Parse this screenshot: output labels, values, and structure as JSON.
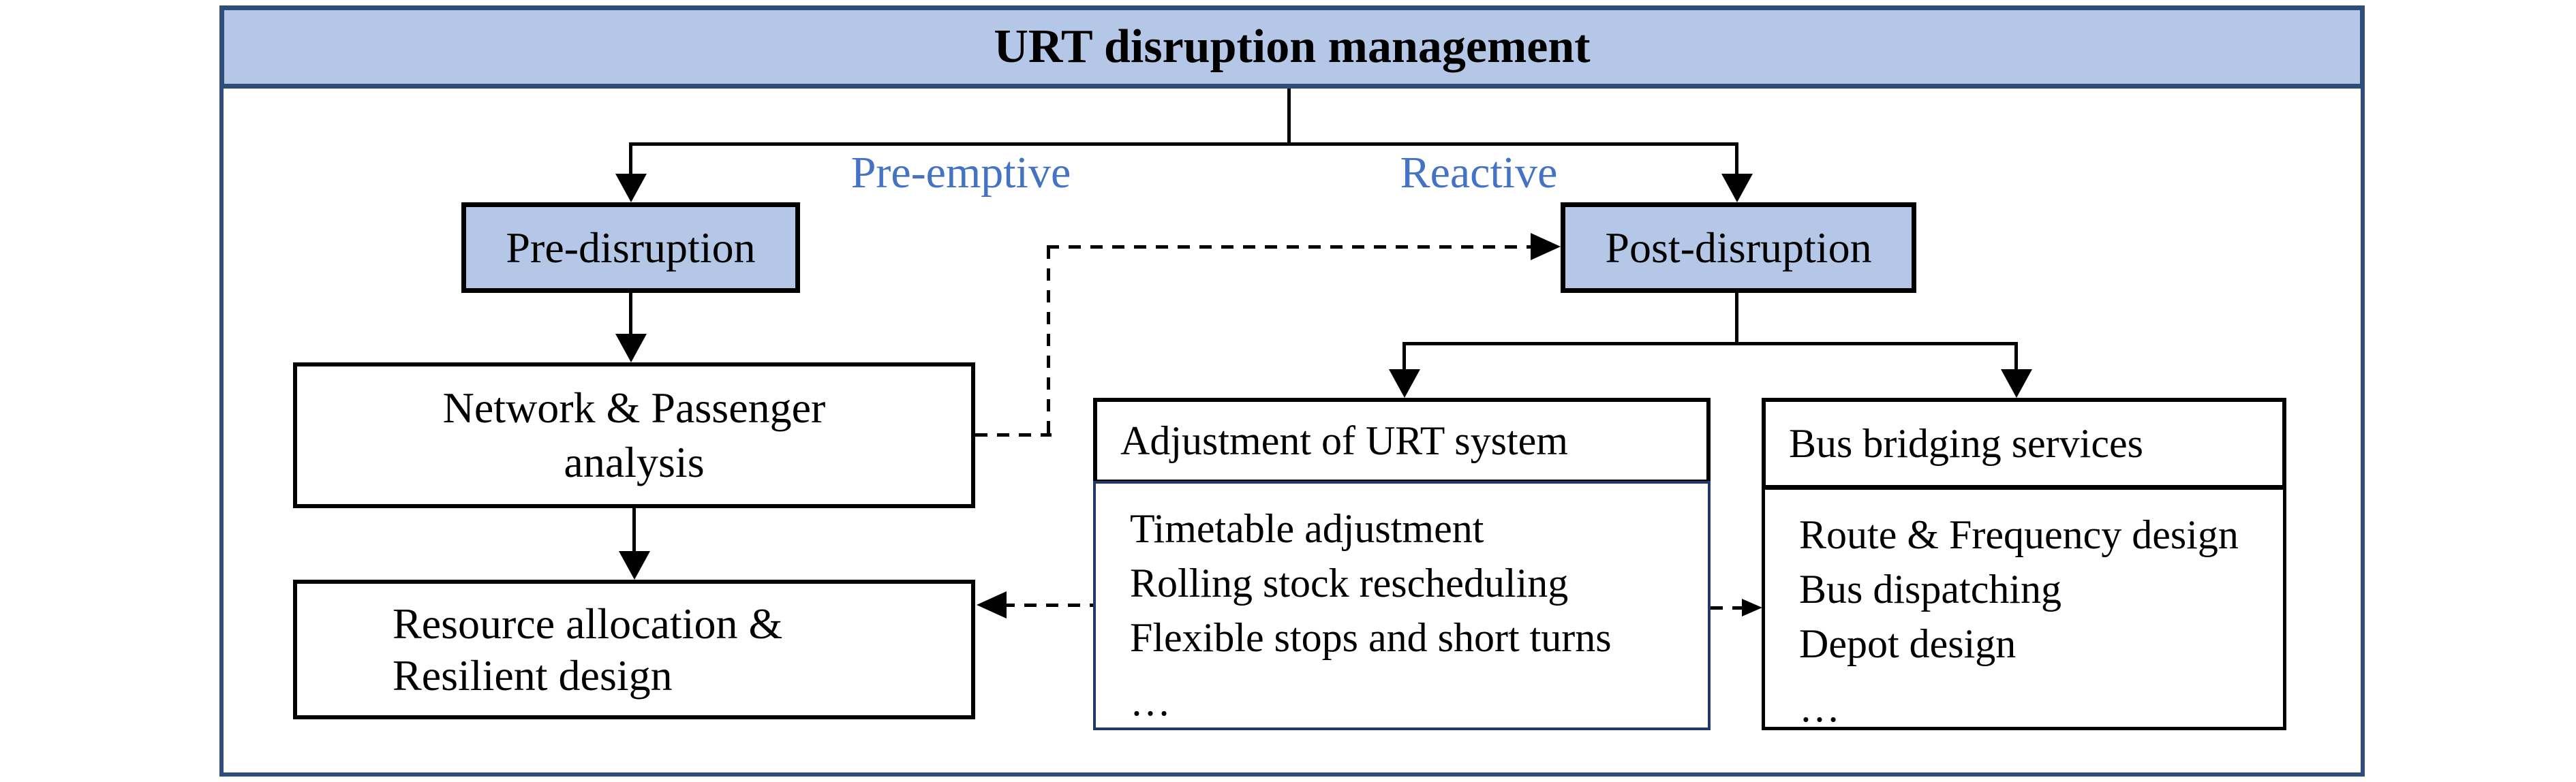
{
  "diagram": {
    "title": "URT disruption management",
    "branch_labels": {
      "preemptive": "Pre-emptive",
      "reactive": "Reactive"
    },
    "pre_disruption": {
      "label": "Pre-disruption"
    },
    "post_disruption": {
      "label": "Post-disruption"
    },
    "network_analysis": {
      "line1": "Network & Passenger",
      "line2": "analysis"
    },
    "resource_allocation": {
      "line1": "Resource allocation &",
      "line2": "Resilient design"
    },
    "urt_adjustment": {
      "header": "Adjustment of URT system",
      "items": [
        "Timetable adjustment",
        "Rolling stock rescheduling",
        "Flexible stops and short turns",
        "…"
      ]
    },
    "bus_bridging": {
      "header": "Bus bridging services",
      "items": [
        "Route & Frequency design",
        "Bus dispatching",
        "Depot design",
        "…"
      ]
    },
    "colors": {
      "node_fill": "#b4c7e7",
      "frame_border": "#2e4d7b",
      "accent_text": "#4472c4",
      "line": "#000000",
      "adjustment_body_border": "#1f3864"
    }
  }
}
